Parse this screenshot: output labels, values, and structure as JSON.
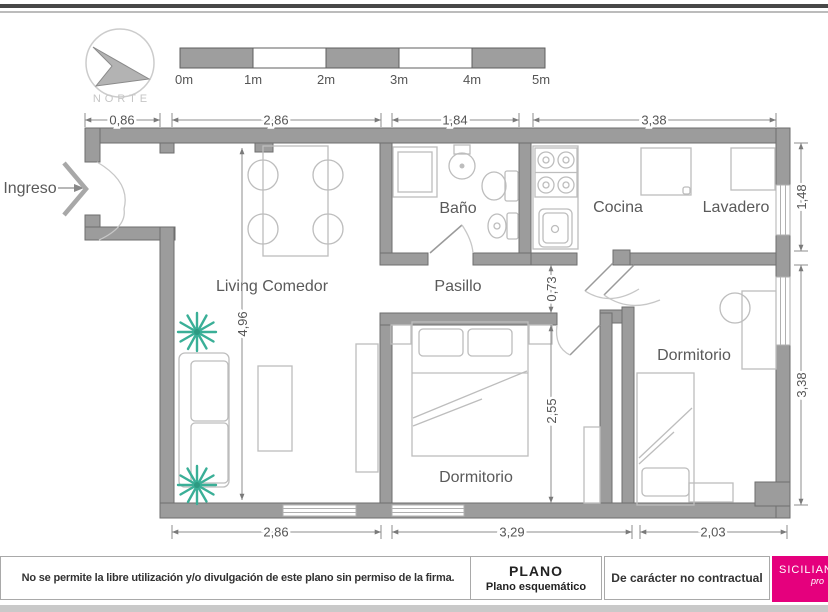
{
  "north": {
    "label": "NORTE"
  },
  "scale": {
    "ticks": [
      "0m",
      "1m",
      "2m",
      "3m",
      "4m",
      "5m"
    ]
  },
  "rooms": {
    "entrance": "Ingreso",
    "living": "Living Comedor",
    "bath": "Baño",
    "hall": "Pasillo",
    "kitchen": "Cocina",
    "laundry": "Lavadero",
    "bedroom_center": "Dormitorio",
    "bedroom_right": "Dormitorio"
  },
  "dims": {
    "top": [
      "0,86",
      "2,86",
      "1,84",
      "3,38"
    ],
    "bottom": [
      "2,86",
      "3,29",
      "2,03"
    ],
    "right": [
      "1,48",
      "3,38"
    ],
    "inner": {
      "living": "4,96",
      "hall": "0,73",
      "bedroom": "2,55"
    }
  },
  "footer": {
    "disclaimer": "No se permite la libre utilización y/o divulgación de este plano sin permiso de la firma.",
    "plan_title": "PLANO",
    "plan_subtitle": "Plano esquemático",
    "contract_note": "De carácter no contractual",
    "brand": "SICILIAN",
    "brand_sub": "pro"
  },
  "colors": {
    "wall_gray": "#9c9c9c",
    "plant_teal": "#3aaf97",
    "brand_pink": "#e5007d"
  }
}
